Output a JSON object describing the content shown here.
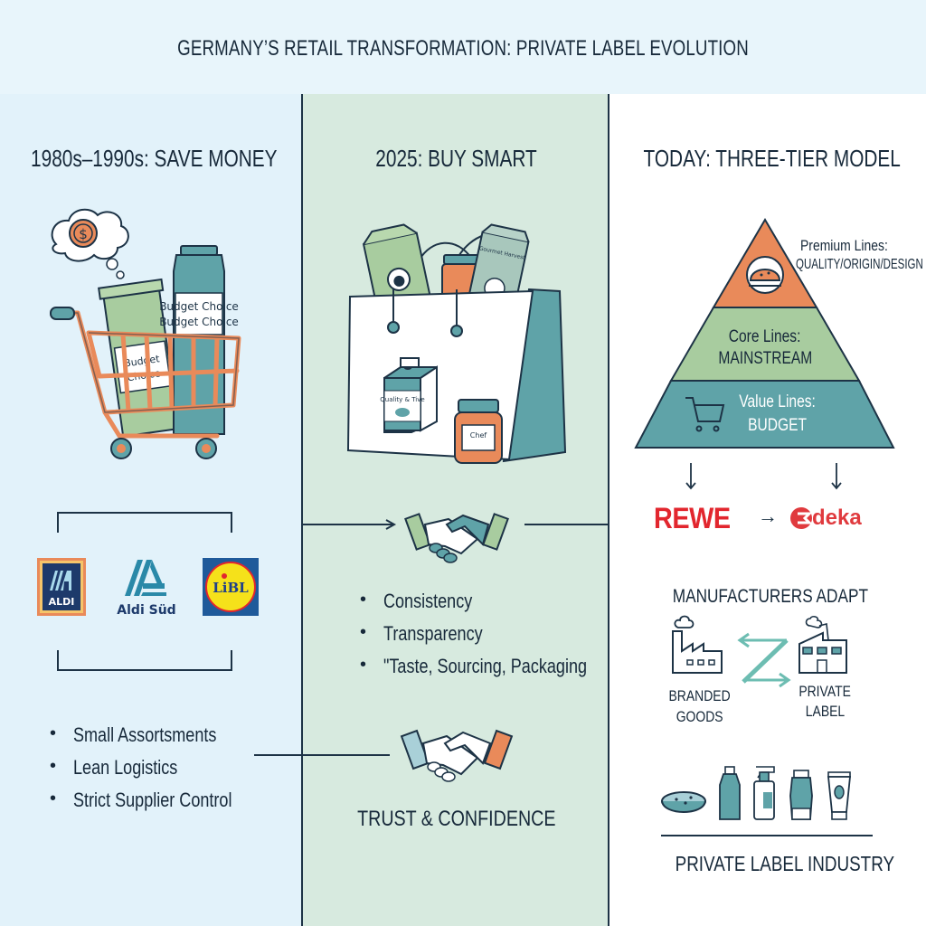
{
  "header": {
    "title": "GERMANY’S RETAIL TRANSFORMATION: PRIVATE LABEL EVOLUTION"
  },
  "colors": {
    "navy": "#1d3346",
    "orange": "#e98a5a",
    "teal": "#5fa3a8",
    "green": "#a8cc9f",
    "col1_bg": "#e2f2fa",
    "col2_bg": "#d7eadf",
    "col3_bg": "#ffffff",
    "rewe_red": "#e2262e",
    "edeka_red": "#e03a3e"
  },
  "columns": [
    {
      "heading": "1980s–1990s: SAVE MONEY",
      "illustration": {
        "icon": "shopping-cart-icon",
        "thought_icon": "dollar-coin-icon",
        "product_labels": [
          "Budget Choice",
          "Budget Choice"
        ]
      },
      "logos": [
        {
          "name": "ALDI",
          "icon": "aldi-logo"
        },
        {
          "name": "Aldi Süd",
          "icon": "aldi-sud-logo"
        },
        {
          "name": "LIDL",
          "icon": "lidl-logo",
          "text": "LiBL"
        }
      ],
      "bullets": [
        "Small Assortsments",
        "Lean Logistics",
        "Strict Supplier Control"
      ]
    },
    {
      "heading": "2025: BUY SMART",
      "illustration": {
        "icon": "shopping-bag-icon",
        "product_labels": [
          "Quality & Tive",
          "Chef",
          "Gourmet Harvest"
        ]
      },
      "handshake_top": {
        "icon": "handshake-icon"
      },
      "bullets": [
        "Consistency",
        "Transparency",
        "\"Taste, Sourcing, Packaging"
      ],
      "handshake_bottom": {
        "icon": "handshake-icon",
        "label": "TRUST & CONFIDENCE"
      }
    },
    {
      "heading": "TODAY: THREE-TIER MODEL",
      "pyramid": [
        {
          "tier": "premium",
          "title": "Premium Lines:",
          "subtitle": "QUALITY/ORIGIN/DESIGN",
          "icon": "premium-dish-icon",
          "color": "#e98a5a"
        },
        {
          "tier": "core",
          "title": "Core Lines:",
          "subtitle": "MAINSTREAM",
          "color": "#a8cc9f"
        },
        {
          "tier": "value",
          "title": "Value Lines:",
          "subtitle": "BUDGET",
          "icon": "cart-icon",
          "color": "#5fa3a8"
        }
      ],
      "retailers": {
        "left": "REWE",
        "arrow": "→",
        "right": "deka",
        "right_full": "Edeka"
      },
      "manufacturers": {
        "title": "MANUFACTURERS ADAPT",
        "left_label_1": "BRANDED",
        "left_label_2": "GOODS",
        "right_label_1": "PRIVATE",
        "right_label_2": "LABEL"
      },
      "industry": {
        "products": [
          "bowl-icon",
          "bottle-icon",
          "spray-bottle-icon",
          "container-icon",
          "tube-icon"
        ],
        "label": "PRIVATE LABEL INDUSTRY"
      }
    }
  ]
}
